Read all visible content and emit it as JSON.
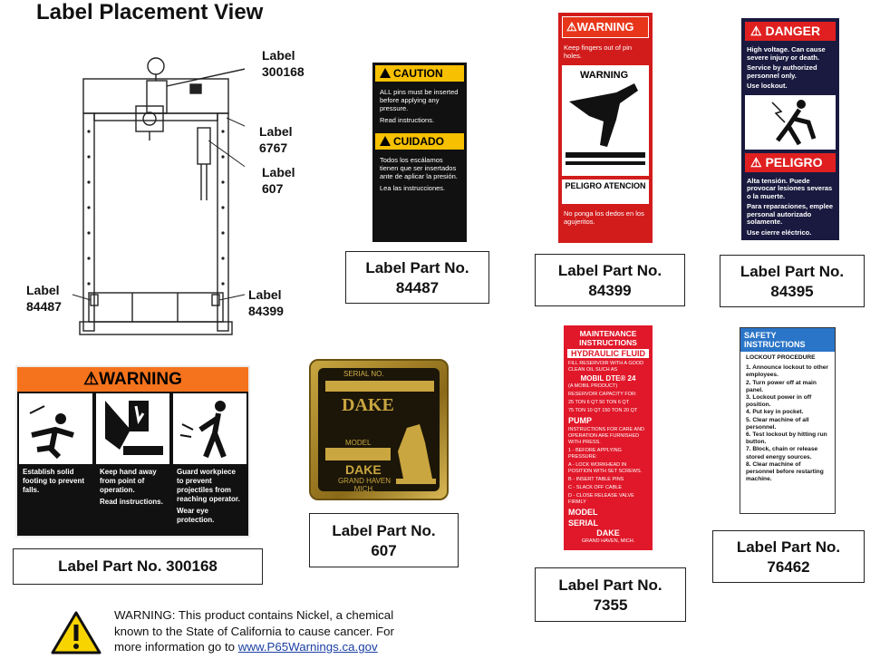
{
  "title": "Label Placement View",
  "callouts": {
    "c300168": [
      "Label",
      "300168"
    ],
    "c6767": [
      "Label",
      "6767"
    ],
    "c607": [
      "Label",
      "607"
    ],
    "c84487": [
      "Label",
      "84487"
    ],
    "c84399": [
      "Label",
      "84399"
    ]
  },
  "part_boxes": {
    "p84487": [
      "Label Part No.",
      "84487"
    ],
    "p84399": [
      "Label Part No.",
      "84399"
    ],
    "p84395": [
      "Label Part No.",
      "84395"
    ],
    "p300168": "Label Part No. 300168",
    "p607": [
      "Label Part No.",
      "607"
    ],
    "p7355": [
      "Label Part No.",
      "7355"
    ],
    "p76462": [
      "Label Part No.",
      "76462"
    ]
  },
  "caution_label": {
    "head1": "CAUTION",
    "text1a": "ALL pins must be inserted before applying any pressure.",
    "text1b": "Read instructions.",
    "head2": "CUIDADO",
    "text2a": "Todos los escálamos tienen que ser insertados ante de aplicar la presión.",
    "text2b": "Lea las instrucciones."
  },
  "fingers_label": {
    "head": "WARNING",
    "text": "Keep fingers out of pin holes.",
    "pic_text": "WARNING",
    "esp_head": "PELIGRO ATENCION",
    "esp_text": "No ponga los dedos en los agujeritos."
  },
  "danger_label": {
    "head": "DANGER",
    "text1": "High voltage. Can cause severe injury or death.",
    "text2": "Service by authorized personnel only.",
    "text3": "Use lockout.",
    "head2": "PELIGRO",
    "text4": "Alta tensión. Puede provocar lesiones severas o la muerte.",
    "text5": "Para reparaciones, emplee personal autorizado solamente.",
    "text6": "Use cierre eléctrico."
  },
  "warning300168": {
    "head": "WARNING",
    "col1": "Establish solid footing to prevent falls.",
    "col2a": "Keep hand away from point of operation.",
    "col2b": "Read instructions.",
    "col3a": "Guard workpiece to prevent projectiles from reaching operator.",
    "col3b": "Wear eye protection."
  },
  "dake_plate": {
    "serial": "SERIAL NO.",
    "logo": "DAKE",
    "model": "MODEL",
    "logo2": "DAKE",
    "city": "GRAND HAVEN MICH."
  },
  "maint_label": {
    "t1": "MAINTENANCE INSTRUCTIONS",
    "t2": "HYDRAULIC FLUID",
    "tx1": "FILL RESERVOIR WITH A GOOD CLEAN OIL SUCH AS",
    "oil": "MOBIL DTE® 24",
    "tx1b": "(A MOBIL PRODUCT)",
    "tx2": "RESERVOIR CAPACITY FOR:",
    "tx3": "25 TON 6 QT   50 TON 6 QT",
    "tx4": "75 TON 10 QT   150 TON 20 QT",
    "pump": "PUMP",
    "tx5": "INSTRUCTIONS FOR CARE AND OPERATION ARE FURNISHED WITH PRESS.",
    "tx6": "1 - BEFORE APPLYING PRESSURE:",
    "tx7": "A - LOCK WORKHEAD IN POSITION WITH SET SCREWS.",
    "tx8": "B - INSERT TABLE PINS",
    "tx9": "C - SLACK OFF CABLE",
    "tx10": "D - CLOSE RELEASE VALVE FIRMLY",
    "model": "MODEL",
    "serial": "SERIAL",
    "dake": "DAKE",
    "city": "GRAND HAVEN, MICH."
  },
  "safety_label": {
    "head": "SAFETY INSTRUCTIONS",
    "sub": "LOCKOUT PROCEDURE",
    "steps": [
      "1. Announce lockout to other employees.",
      "2. Turn power off at main panel.",
      "3. Lockout power in off position.",
      "4. Put key in pocket.",
      "5. Clear machine of all personnel.",
      "6. Test lockout by hitting run button.",
      "7. Block, chain or release stored energy sources.",
      "8. Clear machine of personnel before restarting machine."
    ]
  },
  "p65": {
    "lead": "WARNING",
    "text": ": This product contains Nickel, a chemical known to the State of California to cause cancer. For more information go to ",
    "link": "www.P65Warnings.ca.gov"
  },
  "colors": {
    "caution_yellow": "#f7c000",
    "warning_orange": "#f5731c",
    "danger_red": "#e02020",
    "maint_red": "#e0182a",
    "safety_blue": "#2b75c8",
    "link_blue": "#1a3fa3"
  }
}
